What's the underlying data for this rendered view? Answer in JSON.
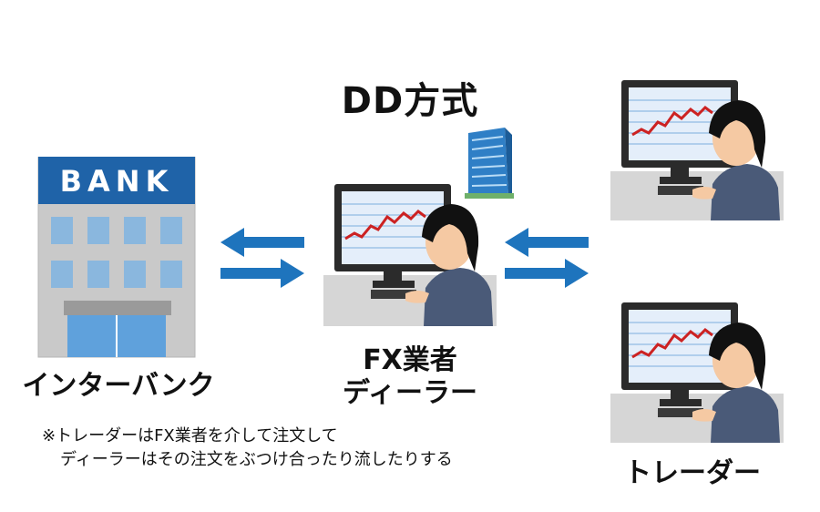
{
  "title": "DD方式",
  "bank": {
    "sign": "BANK",
    "label": "インターバンク"
  },
  "dealer": {
    "line1": "FX業者",
    "line2": "ディーラー"
  },
  "trader": {
    "label": "トレーダー"
  },
  "note": {
    "line1": "※トレーダーはFX業者を介して注文して",
    "line2": "ディーラーはその注文をぶつけ合ったり流したりする"
  },
  "colors": {
    "arrow": "#1e74bd",
    "bank_header": "#1f63a8",
    "window": "#8ab7de",
    "chart_line": "#cc2222",
    "screen": "#e4eefa",
    "suit": "#4a5a78",
    "skin": "#f5c9a3",
    "hair": "#111111"
  }
}
